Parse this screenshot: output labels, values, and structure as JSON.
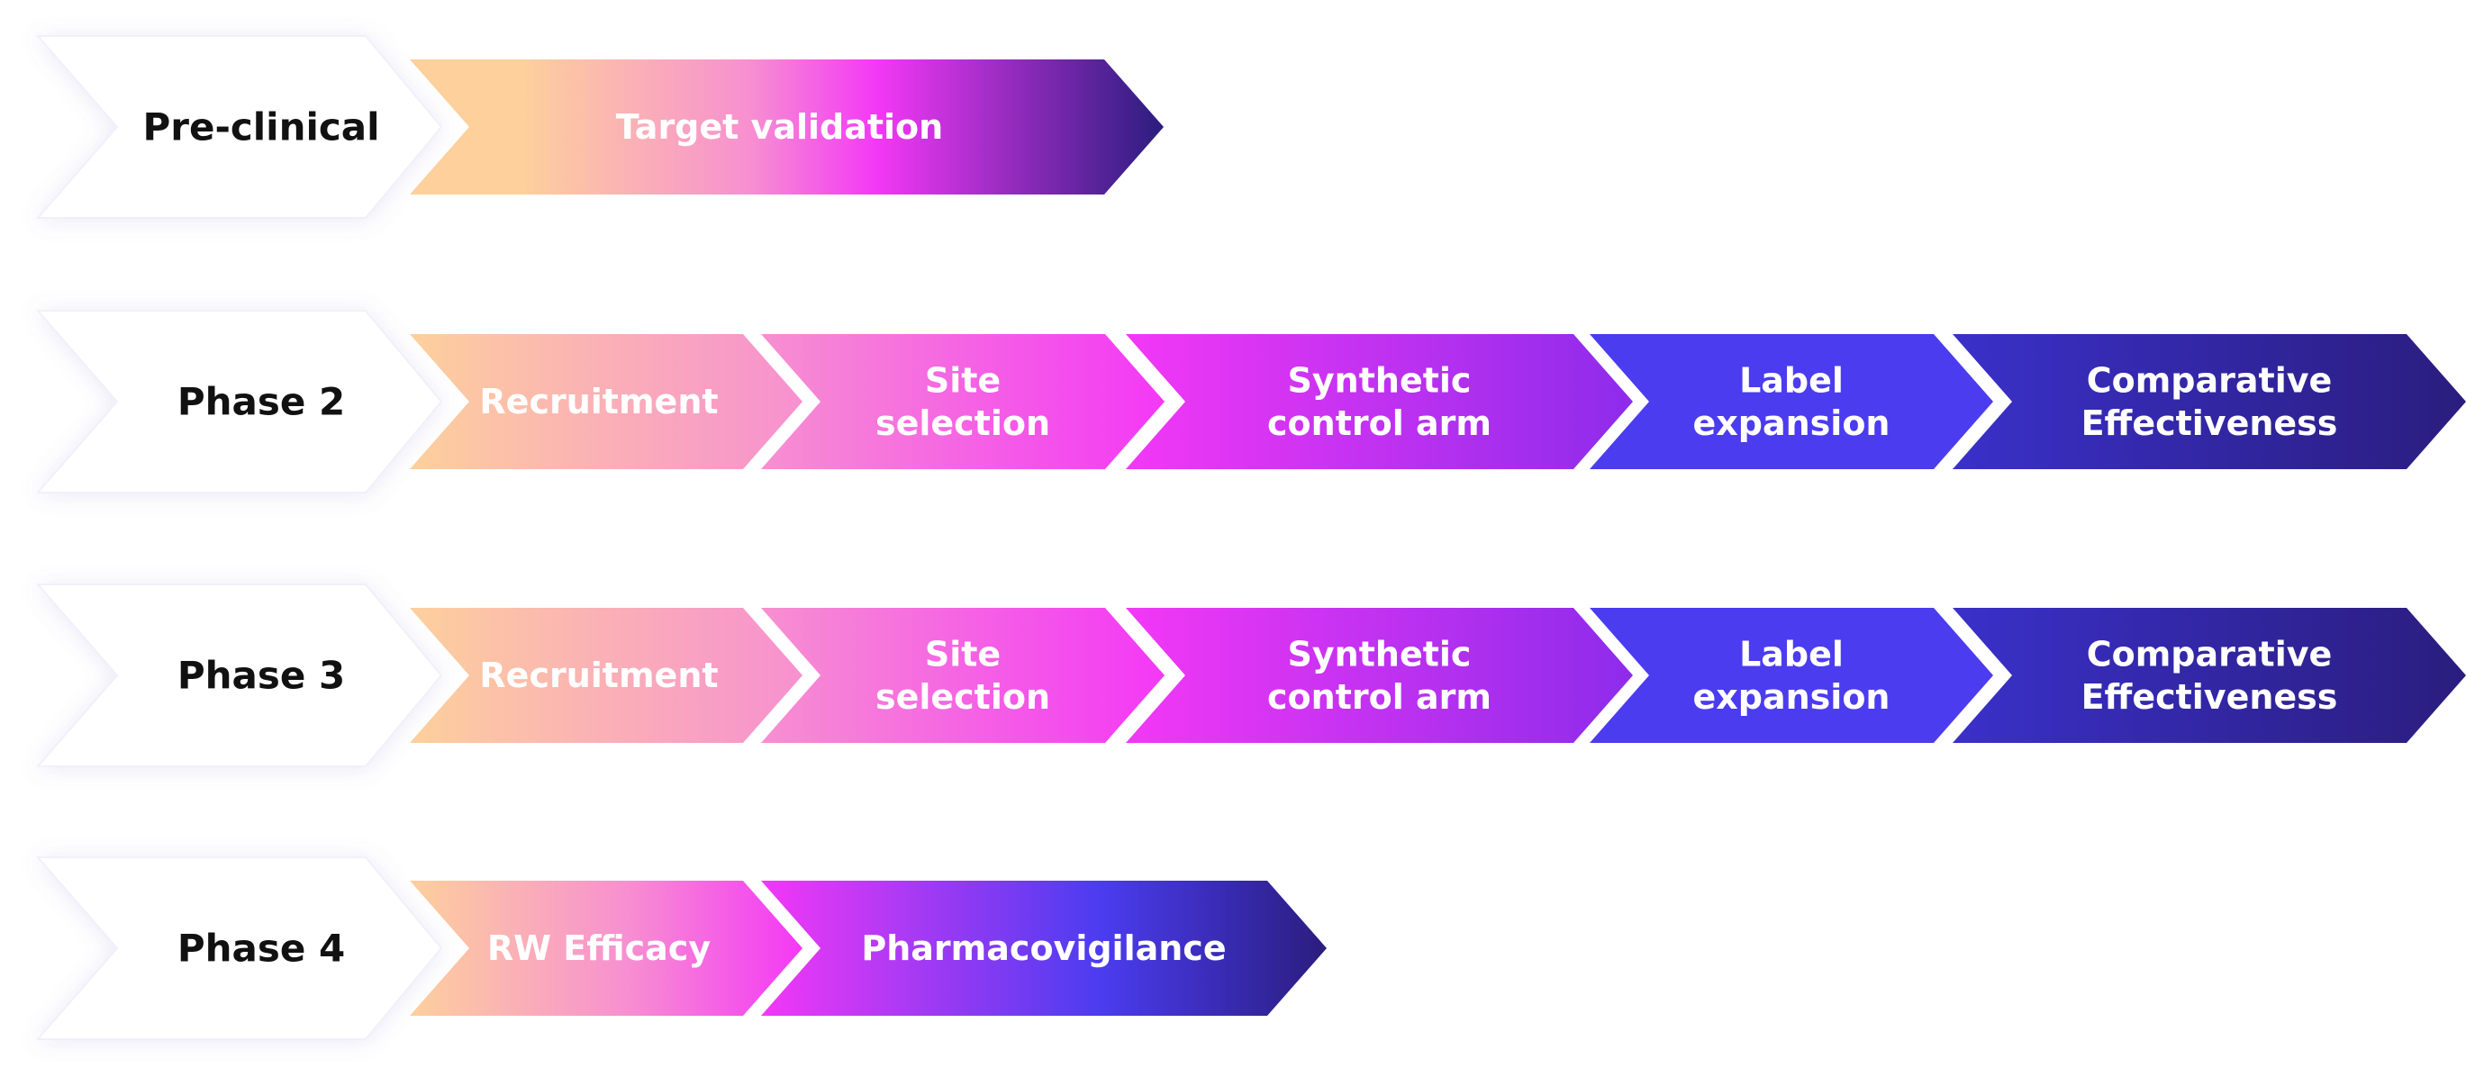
{
  "rows": [
    {
      "phase": "Pre-clinical",
      "segments": [
        {
          "lines": [
            "Target validation"
          ]
        }
      ]
    },
    {
      "phase": "Phase 2",
      "segments": [
        {
          "lines": [
            "Recruitment"
          ]
        },
        {
          "lines": [
            "Site",
            "selection"
          ]
        },
        {
          "lines": [
            "Synthetic",
            "control arm"
          ]
        },
        {
          "lines": [
            "Label",
            "expansion"
          ]
        },
        {
          "lines": [
            "Comparative",
            "Effectiveness"
          ]
        }
      ]
    },
    {
      "phase": "Phase 3",
      "segments": [
        {
          "lines": [
            "Recruitment"
          ]
        },
        {
          "lines": [
            "Site",
            "selection"
          ]
        },
        {
          "lines": [
            "Synthetic",
            "control arm"
          ]
        },
        {
          "lines": [
            "Label",
            "expansion"
          ]
        },
        {
          "lines": [
            "Comparative",
            "Effectiveness"
          ]
        }
      ]
    },
    {
      "phase": "Phase 4",
      "segments": [
        {
          "lines": [
            "RW Efficacy"
          ]
        },
        {
          "lines": [
            "Pharmacovigilance"
          ]
        }
      ]
    }
  ],
  "colors": {
    "peach": "#FDD09C",
    "pink": "#F790D0",
    "magenta": "#F338F6",
    "purple": "#8E2BEB",
    "blue": "#4B3CF0",
    "navy": "#2A1D7E",
    "label_text": "#111111",
    "segment_text": "#FFFFFF"
  }
}
